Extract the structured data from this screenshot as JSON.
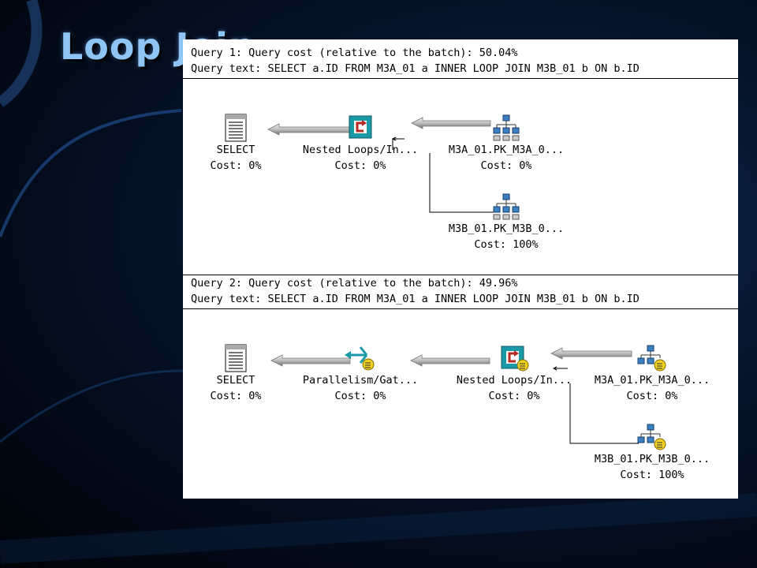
{
  "slide": {
    "title": "Loop Join"
  },
  "colors": {
    "accent": "#8ec5f5",
    "panel": "#ffffff",
    "icon_teal": "#1a9aa8",
    "icon_red": "#b52a22"
  },
  "query1": {
    "cost_line": "Query 1: Query cost (relative to the batch): 50.04%",
    "text_line": "Query text: SELECT a.ID FROM M3A_01 a INNER LOOP JOIN M3B_01 b ON b.ID",
    "nodes": [
      {
        "label": "SELECT",
        "cost": "Cost: 0%",
        "icon": "select-result-icon"
      },
      {
        "label": "Nested Loops/In...",
        "cost": "Cost: 0%",
        "icon": "nested-loops-icon"
      },
      {
        "label": "M3A_01.PK_M3A_0...",
        "cost": "Cost: 0%",
        "icon": "index-scan-icon"
      },
      {
        "label": "M3B_01.PK_M3B_0...",
        "cost": "Cost: 100%",
        "icon": "index-scan-icon"
      }
    ]
  },
  "query2": {
    "cost_line": "Query 2: Query cost (relative to the batch): 49.96%",
    "text_line": "Query text:  SELECT a.ID FROM M3A_01 a INNER LOOP JOIN M3B_01 b ON b.ID",
    "nodes": [
      {
        "label": "SELECT",
        "cost": "Cost: 0%",
        "icon": "select-result-icon"
      },
      {
        "label": "Parallelism/Gat...",
        "cost": "Cost: 0%",
        "icon": "parallelism-gather-icon"
      },
      {
        "label": "Nested Loops/In...",
        "cost": "Cost: 0%",
        "icon": "parallel-nested-loops-icon"
      },
      {
        "label": "M3A_01.PK_M3A_0...",
        "cost": "Cost: 0%",
        "icon": "parallel-index-scan-icon"
      },
      {
        "label": "M3B_01.PK_M3B_0...",
        "cost": "Cost: 100%",
        "icon": "parallel-index-scan-icon"
      }
    ]
  }
}
